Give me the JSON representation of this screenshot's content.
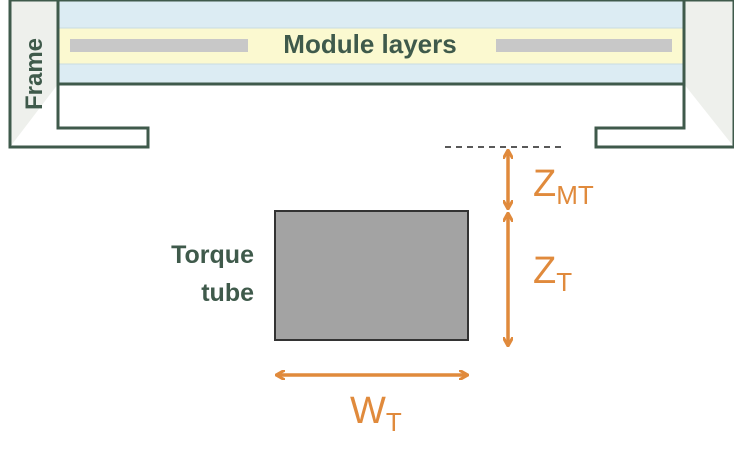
{
  "labels": {
    "frame": "Frame",
    "module_layers": "Module layers",
    "torque_tube_line1": "Torque",
    "torque_tube_line2": "tube"
  },
  "dimensions": {
    "z_mt": {
      "main": "Z",
      "sub": "MT"
    },
    "z_t": {
      "main": "Z",
      "sub": "T"
    },
    "w_t": {
      "main": "W",
      "sub": "T"
    }
  },
  "colors": {
    "frame_outline": "#3f5a4b",
    "frame_fill": "#eef0ec",
    "layer_blue": "#dcecf3",
    "layer_yellow": "#fbf9d0",
    "cell_strip": "#c8c8c8",
    "tube_fill": "#a3a3a3",
    "dimension": "#e08a3c"
  }
}
